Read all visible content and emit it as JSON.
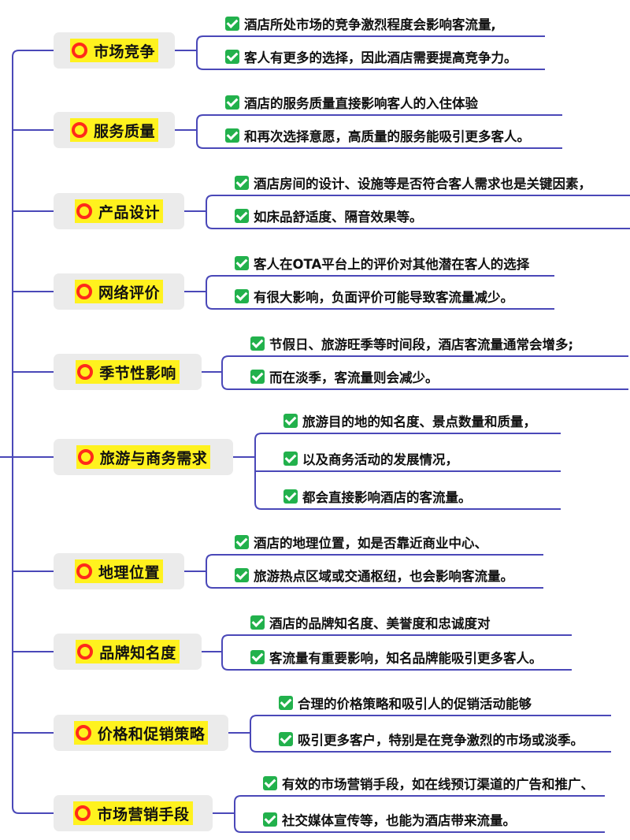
{
  "colors": {
    "connector": "#4a48b8",
    "node_background": "#ebebeb",
    "node_highlight": "#fff21e",
    "ring": "#ff2a1a",
    "check": "#22b14c"
  },
  "icons": [
    "red-ring-icon",
    "green-check-icon"
  ],
  "topics": [
    {
      "label": "市场竞争",
      "points": [
        "酒店所处市场的竞争激烈程度会影响客流量,",
        "客人有更多的选择，因此酒店需要提高竞争力。"
      ]
    },
    {
      "label": "服务质量",
      "points": [
        "酒店的服务质量直接影响客人的入住体验",
        "和再次选择意愿，高质量的服务能吸引更多客人。"
      ]
    },
    {
      "label": "产品设计",
      "points": [
        "酒店房间的设计、设施等是否符合客人需求也是关键因素，",
        "如床品舒适度、隔音效果等。"
      ]
    },
    {
      "label": "网络评价",
      "points": [
        "客人在OTA平台上的评价对其他潜在客人的选择",
        "有很大影响，负面评价可能导致客流量减少。"
      ]
    },
    {
      "label": "季节性影响",
      "points": [
        "节假日、旅游旺季等时间段，酒店客流量通常会增多;",
        "而在淡季，客流量则会减少。"
      ]
    },
    {
      "label": "旅游与商务需求",
      "points": [
        "旅游目的地的知名度、景点数量和质量，",
        "以及商务活动的发展情况，",
        "都会直接影响酒店的客流量。"
      ]
    },
    {
      "label": "地理位置",
      "points": [
        "酒店的地理位置，如是否靠近商业中心、",
        "旅游热点区域或交通枢纽，也会影响客流量。"
      ]
    },
    {
      "label": "品牌知名度",
      "points": [
        "酒店的品牌知名度、美誉度和忠诚度对",
        "客流量有重要影响，知名品牌能吸引更多客人。"
      ]
    },
    {
      "label": "价格和促销策略",
      "points": [
        "合理的价格策略和吸引人的促销活动能够",
        "吸引更多客户，特别是在竞争激烈的市场或淡季。"
      ]
    },
    {
      "label": "市场营销手段",
      "points": [
        "有效的市场营销手段，如在线预订渠道的广告和推广、",
        "社交媒体宣传等，也能为酒店带来流量。"
      ]
    }
  ]
}
